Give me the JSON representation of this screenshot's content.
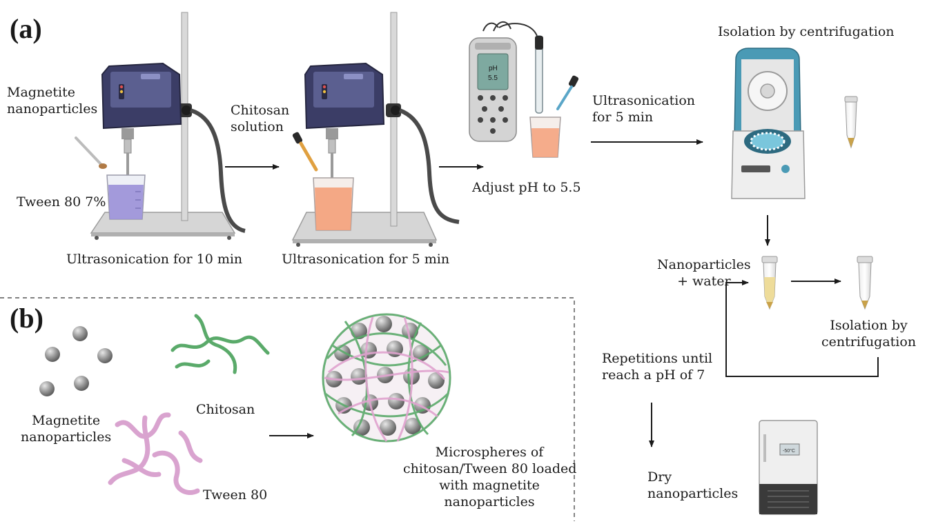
{
  "panels": {
    "a": "(a)",
    "b": "(b)"
  },
  "panel_a": {
    "magnetite_label": [
      "Magnetite",
      "nanoparticles"
    ],
    "tween_label": "Tween 80 7%",
    "step1_caption": "Ultrasonication for 10 min",
    "chitosan_label": [
      "Chitosan",
      "solution"
    ],
    "step2_caption": "Ultrasonication for 5 min",
    "ph_display": [
      "pH",
      "5.5"
    ],
    "adjust_ph_caption": "Adjust pH to 5.5",
    "ultrasonication_label": [
      "Ultrasonication",
      "for 5 min"
    ],
    "isolation_title": "Isolation by centrifugation",
    "freezer_display": "-50°C",
    "nanoparticles_water": [
      "Nanoparticles",
      "+ water"
    ],
    "isolation_label": [
      "Isolation by",
      "centrifugation"
    ],
    "repetitions_label": [
      "Repetitions until",
      "reach a pH of 7"
    ],
    "dry_label": [
      "Dry",
      "nanoparticles"
    ]
  },
  "panel_b": {
    "magnetite_label": [
      "Magnetite",
      "nanoparticles"
    ],
    "chitosan_label": "Chitosan",
    "tween_label": "Tween 80",
    "microspheres_label": [
      "Microspheres of",
      "chitosan/Tween 80 loaded",
      "with magnetite",
      "nanoparticles"
    ]
  },
  "colors": {
    "homogenizer_body": "#3b3d66",
    "stand": "#c9c9c9",
    "purple_liquid": "#9a90d8",
    "orange_liquid": "#f4a07a",
    "centrifuge_lid": "#4a9ab5",
    "chitosan_green": "#5aaa6a",
    "tween_pink": "#d9a3cf",
    "sphere_grey": "#8c8c8c"
  }
}
